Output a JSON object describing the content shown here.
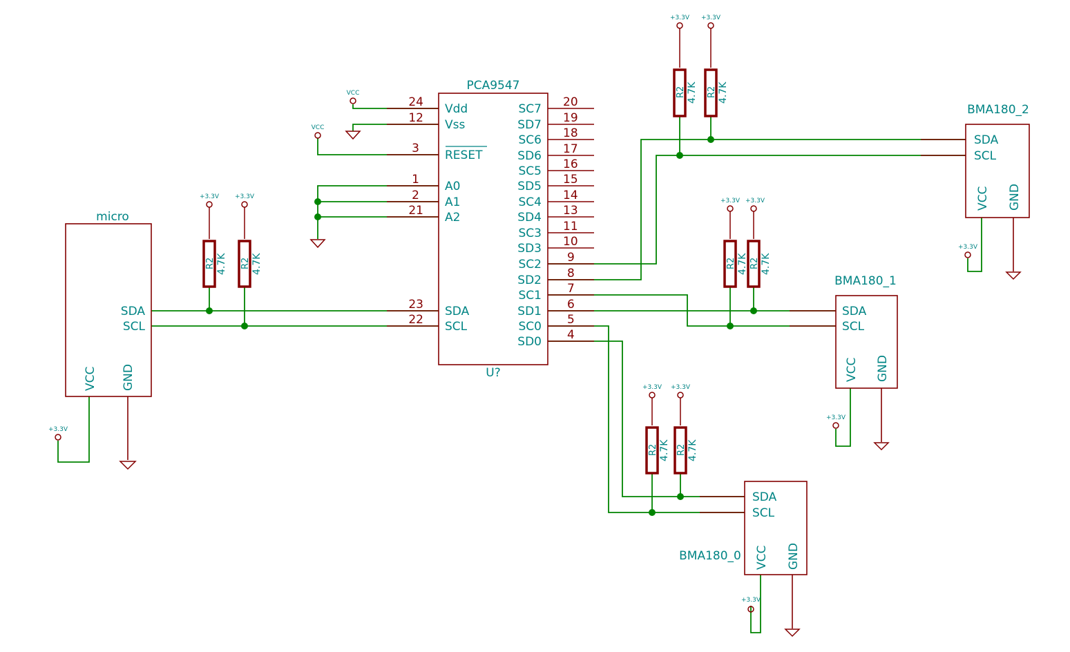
{
  "power": {
    "v33": "+3.3V",
    "vcc": "VCC"
  },
  "resistor": {
    "ref": "R2",
    "value": "4.7K"
  },
  "mux": {
    "name": "PCA9547",
    "ref": "U?",
    "left_pins": [
      {
        "num": "24",
        "name": "Vdd"
      },
      {
        "num": "12",
        "name": "Vss"
      },
      {
        "num": "3",
        "name": "RESET"
      },
      {
        "num": "1",
        "name": "A0"
      },
      {
        "num": "2",
        "name": "A1"
      },
      {
        "num": "21",
        "name": "A2"
      },
      {
        "num": "23",
        "name": "SDA"
      },
      {
        "num": "22",
        "name": "SCL"
      }
    ],
    "right_pins": [
      {
        "num": "20",
        "name": "SC7"
      },
      {
        "num": "19",
        "name": "SD7"
      },
      {
        "num": "18",
        "name": "SC6"
      },
      {
        "num": "17",
        "name": "SD6"
      },
      {
        "num": "16",
        "name": "SC5"
      },
      {
        "num": "15",
        "name": "SD5"
      },
      {
        "num": "14",
        "name": "SC4"
      },
      {
        "num": "13",
        "name": "SD4"
      },
      {
        "num": "11",
        "name": "SC3"
      },
      {
        "num": "10",
        "name": "SD3"
      },
      {
        "num": "9",
        "name": "SC2"
      },
      {
        "num": "8",
        "name": "SD2"
      },
      {
        "num": "7",
        "name": "SC1"
      },
      {
        "num": "6",
        "name": "SD1"
      },
      {
        "num": "5",
        "name": "SC0"
      },
      {
        "num": "4",
        "name": "SD0"
      }
    ]
  },
  "micro": {
    "name": "micro",
    "sda": "SDA",
    "scl": "SCL",
    "vcc": "VCC",
    "gnd": "GND"
  },
  "bma2": {
    "name": "BMA180_2",
    "sda": "SDA",
    "scl": "SCL",
    "vcc": "VCC",
    "gnd": "GND"
  },
  "bma1": {
    "name": "BMA180_1",
    "sda": "SDA",
    "scl": "SCL",
    "vcc": "VCC",
    "gnd": "GND"
  },
  "bma0": {
    "name": "BMA180_0",
    "sda": "SDA",
    "scl": "SCL",
    "vcc": "VCC",
    "gnd": "GND"
  }
}
